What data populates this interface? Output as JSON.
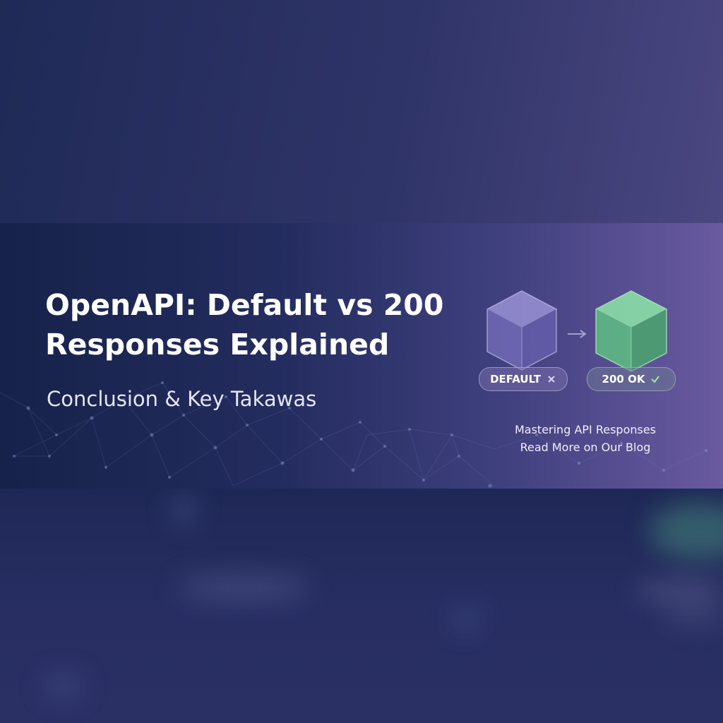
{
  "banner": {
    "title_line1": "OpenAPI: Default vs 200",
    "title_line2": "Responses Explained",
    "subtitle": "Conclusion & Key Takawas",
    "diagram": {
      "left_label": "DEFAULT",
      "left_icon": "close-icon",
      "right_label": "200 OK",
      "right_icon": "check-icon",
      "arrow_icon": "arrow-right-icon"
    },
    "footer_line1": "Mastering API Responses",
    "footer_line2": "Read More on Our Blog"
  },
  "colors": {
    "default_cube": "#8a82c8",
    "ok_cube": "#5fbf82",
    "accent_purple": "#6a5aa0",
    "background_navy": "#1c2650"
  }
}
